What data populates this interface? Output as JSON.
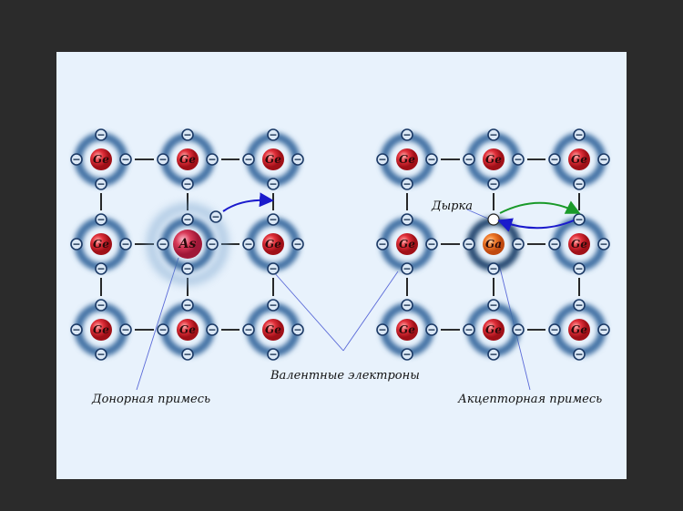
{
  "labels": {
    "hole": "Дырка",
    "donor": "Донорная примесь",
    "valence": "Валентные электроны",
    "acceptor": "Акцепторная примесь"
  },
  "left_lattice": {
    "atoms": [
      [
        "Ge",
        "Ge",
        "Ge"
      ],
      [
        "Ge",
        "As",
        "Ge"
      ],
      [
        "Ge",
        "Ge",
        "Ge"
      ]
    ]
  },
  "right_lattice": {
    "atoms": [
      [
        "Ge",
        "Ge",
        "Ge"
      ],
      [
        "Ge",
        "Ga",
        "Ge"
      ],
      [
        "Ge",
        "Ge",
        "Ge"
      ]
    ]
  },
  "electron_symbol": "−",
  "colors": {
    "background": "#2b2b2b",
    "panel": "#e8f2fc",
    "ring": "#3f6fa3",
    "ge_nucleus": "#e0303a",
    "ga_nucleus": "#f07a2a",
    "as_nucleus": "#d83a58",
    "arrow_blue": "#1a1acc",
    "arrow_green": "#1a9a2a"
  }
}
